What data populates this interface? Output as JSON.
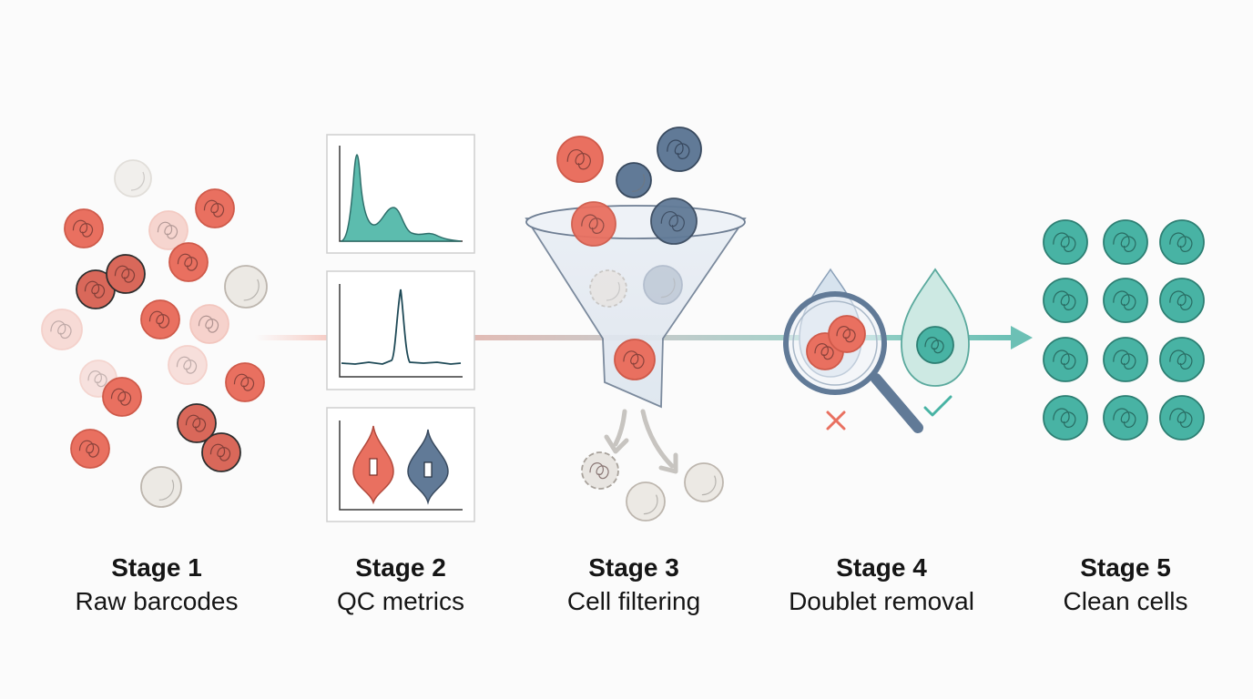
{
  "colors": {
    "background": "#fbfbfb",
    "raw_cell": "#e97060",
    "raw_cell_outline": "#cf5a4a",
    "filtered_cell": "#617a97",
    "clean_cell": "#48b3a4",
    "debris": "#e8e5e1",
    "panel_border": "#cfcfcf",
    "flow_arrow": "#7ec8c0",
    "reject_mark": "#e97060",
    "accept_mark": "#48b3a4",
    "plot_line": "#1f4a57"
  },
  "stages": [
    {
      "title": "Stage 1",
      "subtitle": "Raw barcodes"
    },
    {
      "title": "Stage 2",
      "subtitle": "QC metrics"
    },
    {
      "title": "Stage 3",
      "subtitle": "Cell filtering"
    },
    {
      "title": "Stage 4",
      "subtitle": "Doublet removal"
    },
    {
      "title": "Stage 5",
      "subtitle": "Clean cells"
    }
  ],
  "qc_panels": [
    {
      "name": "qc-histogram-panel",
      "kind": "multimodal density"
    },
    {
      "name": "qc-single-peak-panel",
      "kind": "single peak trace"
    },
    {
      "name": "qc-violin-panel",
      "kind": "violin pair"
    }
  ],
  "icons": [
    "cell-icon",
    "funnel-icon",
    "magnifier-icon",
    "droplet-icon",
    "reject-x-icon",
    "accept-check-icon",
    "flow-arrow-icon"
  ]
}
